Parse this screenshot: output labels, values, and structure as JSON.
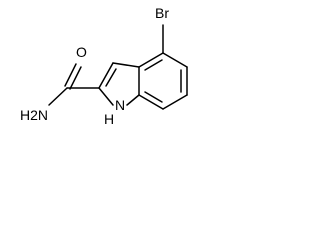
{
  "molecule": {
    "atom_labels": {
      "bromine": "Br",
      "oxygen": "O",
      "amide_nitrogen": "H2N",
      "indole_nitrogen": "N",
      "indole_hydrogen": "H"
    }
  },
  "colors": {
    "bond": "#000000",
    "label": "#000000",
    "background": "#ffffff"
  }
}
